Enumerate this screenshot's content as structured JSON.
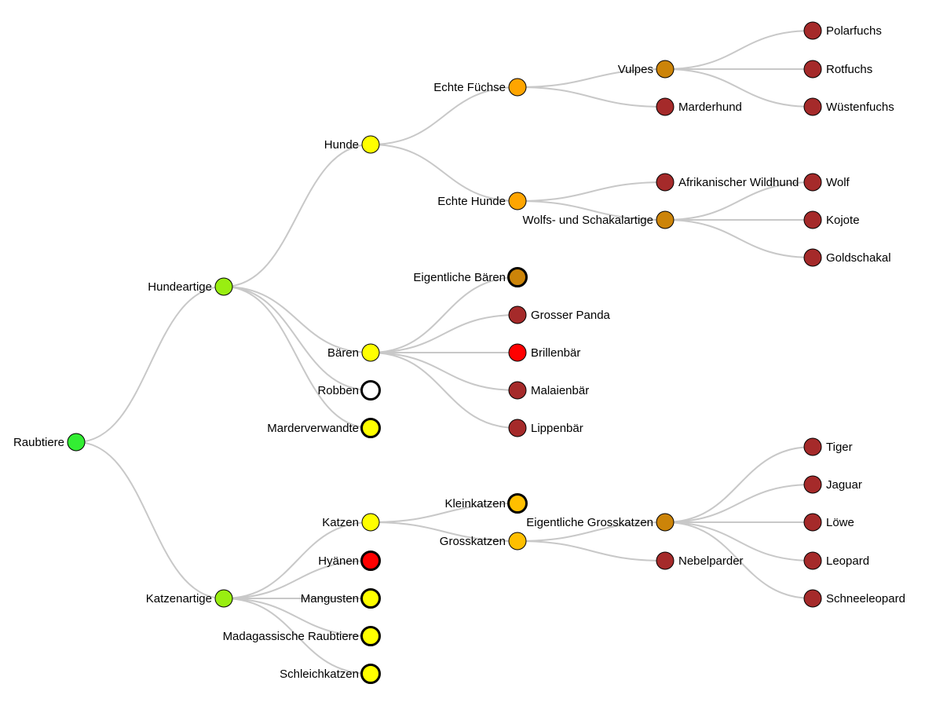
{
  "colors": {
    "root": "#33ee33",
    "level1": "#99ee11",
    "level2": "#ffff00",
    "level3": "#ffa500",
    "mustard": "#ffbf00",
    "bronze": "#cc8409",
    "brown": "#a52a2a",
    "red": "#ff0000",
    "white": "#ffffff",
    "link": "#c8c8c8"
  },
  "nodes": [
    {
      "id": "raubtiere",
      "label": "Raubtiere",
      "parent": null,
      "color": "root",
      "heavy": false,
      "labelSide": "left"
    },
    {
      "id": "hundeartige",
      "label": "Hundeartige",
      "parent": "raubtiere",
      "color": "level1",
      "heavy": false,
      "labelSide": "left"
    },
    {
      "id": "katzenartige",
      "label": "Katzenartige",
      "parent": "raubtiere",
      "color": "level1",
      "heavy": false,
      "labelSide": "left"
    },
    {
      "id": "hunde",
      "label": "Hunde",
      "parent": "hundeartige",
      "color": "level2",
      "heavy": false,
      "labelSide": "left"
    },
    {
      "id": "baeren",
      "label": "Bären",
      "parent": "hundeartige",
      "color": "level2",
      "heavy": false,
      "labelSide": "left"
    },
    {
      "id": "robben",
      "label": "Robben",
      "parent": "hundeartige",
      "color": "white",
      "heavy": true,
      "labelSide": "left"
    },
    {
      "id": "marderverwandte",
      "label": "Marderverwandte",
      "parent": "hundeartige",
      "color": "level2",
      "heavy": true,
      "labelSide": "left"
    },
    {
      "id": "katzen",
      "label": "Katzen",
      "parent": "katzenartige",
      "color": "level2",
      "heavy": false,
      "labelSide": "left"
    },
    {
      "id": "hyaenen",
      "label": "Hyänen",
      "parent": "katzenartige",
      "color": "red",
      "heavy": true,
      "labelSide": "left"
    },
    {
      "id": "mangusten",
      "label": "Mangusten",
      "parent": "katzenartige",
      "color": "level2",
      "heavy": true,
      "labelSide": "left"
    },
    {
      "id": "madagassische",
      "label": "Madagassische Raubtiere",
      "parent": "katzenartige",
      "color": "level2",
      "heavy": true,
      "labelSide": "left"
    },
    {
      "id": "schleichkatzen",
      "label": "Schleichkatzen",
      "parent": "katzenartige",
      "color": "level2",
      "heavy": true,
      "labelSide": "left"
    },
    {
      "id": "echte-fuechse",
      "label": "Echte Füchse",
      "parent": "hunde",
      "color": "level3",
      "heavy": false,
      "labelSide": "left"
    },
    {
      "id": "echte-hunde",
      "label": "Echte Hunde",
      "parent": "hunde",
      "color": "level3",
      "heavy": false,
      "labelSide": "left"
    },
    {
      "id": "eigentliche-baeren",
      "label": "Eigentliche Bären",
      "parent": "baeren",
      "color": "bronze",
      "heavy": true,
      "labelSide": "left"
    },
    {
      "id": "grosser-panda",
      "label": "Grosser Panda",
      "parent": "baeren",
      "color": "brown",
      "heavy": false,
      "labelSide": "right"
    },
    {
      "id": "brillenbaer",
      "label": "Brillenbär",
      "parent": "baeren",
      "color": "red",
      "heavy": false,
      "labelSide": "right"
    },
    {
      "id": "malaienbaer",
      "label": "Malaienbär",
      "parent": "baeren",
      "color": "brown",
      "heavy": false,
      "labelSide": "right"
    },
    {
      "id": "lippenbaer",
      "label": "Lippenbär",
      "parent": "baeren",
      "color": "brown",
      "heavy": false,
      "labelSide": "right"
    },
    {
      "id": "kleinkatzen",
      "label": "Kleinkatzen",
      "parent": "katzen",
      "color": "mustard",
      "heavy": true,
      "labelSide": "left"
    },
    {
      "id": "grosskatzen",
      "label": "Grosskatzen",
      "parent": "katzen",
      "color": "mustard",
      "heavy": false,
      "labelSide": "left"
    },
    {
      "id": "vulpes",
      "label": "Vulpes",
      "parent": "echte-fuechse",
      "color": "bronze",
      "heavy": false,
      "labelSide": "left"
    },
    {
      "id": "marderhund",
      "label": "Marderhund",
      "parent": "echte-fuechse",
      "color": "brown",
      "heavy": false,
      "labelSide": "right"
    },
    {
      "id": "afrikanischer-wildhund",
      "label": "Afrikanischer Wildhund",
      "parent": "echte-hunde",
      "color": "brown",
      "heavy": false,
      "labelSide": "right"
    },
    {
      "id": "wolfs-schakal",
      "label": "Wolfs- und Schakalartige",
      "parent": "echte-hunde",
      "color": "bronze",
      "heavy": false,
      "labelSide": "left"
    },
    {
      "id": "eigentliche-grosskatzen",
      "label": "Eigentliche Grosskatzen",
      "parent": "grosskatzen",
      "color": "bronze",
      "heavy": false,
      "labelSide": "left"
    },
    {
      "id": "nebelparder",
      "label": "Nebelparder",
      "parent": "grosskatzen",
      "color": "brown",
      "heavy": false,
      "labelSide": "right"
    },
    {
      "id": "polarfuchs",
      "label": "Polarfuchs",
      "parent": "vulpes",
      "color": "brown",
      "heavy": false,
      "labelSide": "right"
    },
    {
      "id": "rotfuchs",
      "label": "Rotfuchs",
      "parent": "vulpes",
      "color": "brown",
      "heavy": false,
      "labelSide": "right"
    },
    {
      "id": "wuestenfuchs",
      "label": "Wüstenfuchs",
      "parent": "vulpes",
      "color": "brown",
      "heavy": false,
      "labelSide": "right"
    },
    {
      "id": "wolf",
      "label": "Wolf",
      "parent": "wolfs-schakal",
      "color": "brown",
      "heavy": false,
      "labelSide": "right"
    },
    {
      "id": "kojote",
      "label": "Kojote",
      "parent": "wolfs-schakal",
      "color": "brown",
      "heavy": false,
      "labelSide": "right"
    },
    {
      "id": "goldschakal",
      "label": "Goldschakal",
      "parent": "wolfs-schakal",
      "color": "brown",
      "heavy": false,
      "labelSide": "right"
    },
    {
      "id": "tiger",
      "label": "Tiger",
      "parent": "eigentliche-grosskatzen",
      "color": "brown",
      "heavy": false,
      "labelSide": "right"
    },
    {
      "id": "jaguar",
      "label": "Jaguar",
      "parent": "eigentliche-grosskatzen",
      "color": "brown",
      "heavy": false,
      "labelSide": "right"
    },
    {
      "id": "loewe",
      "label": "Löwe",
      "parent": "eigentliche-grosskatzen",
      "color": "brown",
      "heavy": false,
      "labelSide": "right"
    },
    {
      "id": "leopard",
      "label": "Leopard",
      "parent": "eigentliche-grosskatzen",
      "color": "brown",
      "heavy": false,
      "labelSide": "right"
    },
    {
      "id": "schneeleopard",
      "label": "Schneeleopard",
      "parent": "eigentliche-grosskatzen",
      "color": "brown",
      "heavy": false,
      "labelSide": "right"
    }
  ]
}
